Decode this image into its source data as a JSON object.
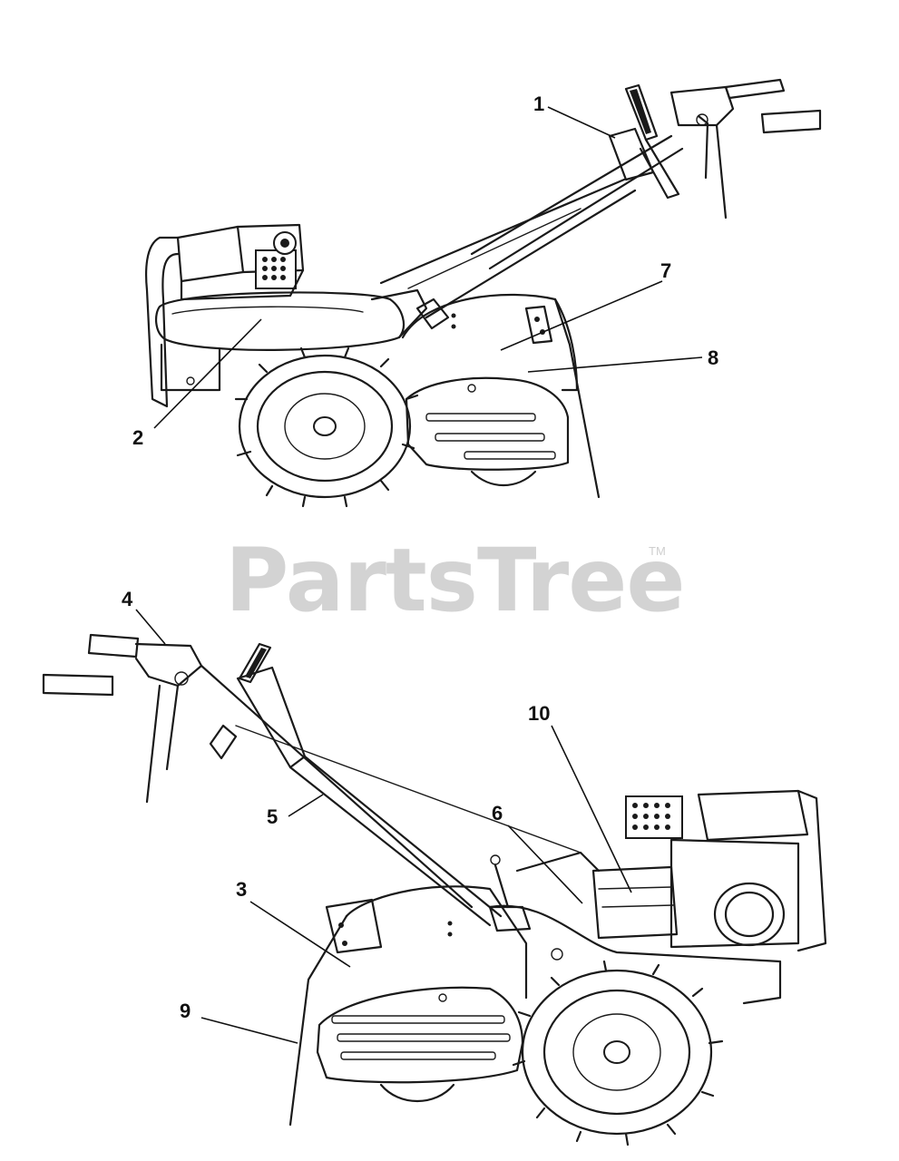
{
  "watermark": {
    "text": "PartsTree",
    "trademark": "TM"
  },
  "colors": {
    "ink": "#1a1a1a",
    "watermark": "#d3d3d3",
    "background": "#ffffff"
  },
  "views": [
    {
      "id": "top-view",
      "subject": "rear-tine tiller, right-side view"
    },
    {
      "id": "bottom-view",
      "subject": "rear-tine tiller, left-side view"
    }
  ],
  "callouts": [
    {
      "id": "c1",
      "label": "1"
    },
    {
      "id": "c2",
      "label": "2"
    },
    {
      "id": "c7",
      "label": "7"
    },
    {
      "id": "c8",
      "label": "8"
    },
    {
      "id": "c4",
      "label": "4"
    },
    {
      "id": "c10",
      "label": "10"
    },
    {
      "id": "c6",
      "label": "6"
    },
    {
      "id": "c5",
      "label": "5"
    },
    {
      "id": "c3",
      "label": "3"
    },
    {
      "id": "c9",
      "label": "9"
    }
  ]
}
